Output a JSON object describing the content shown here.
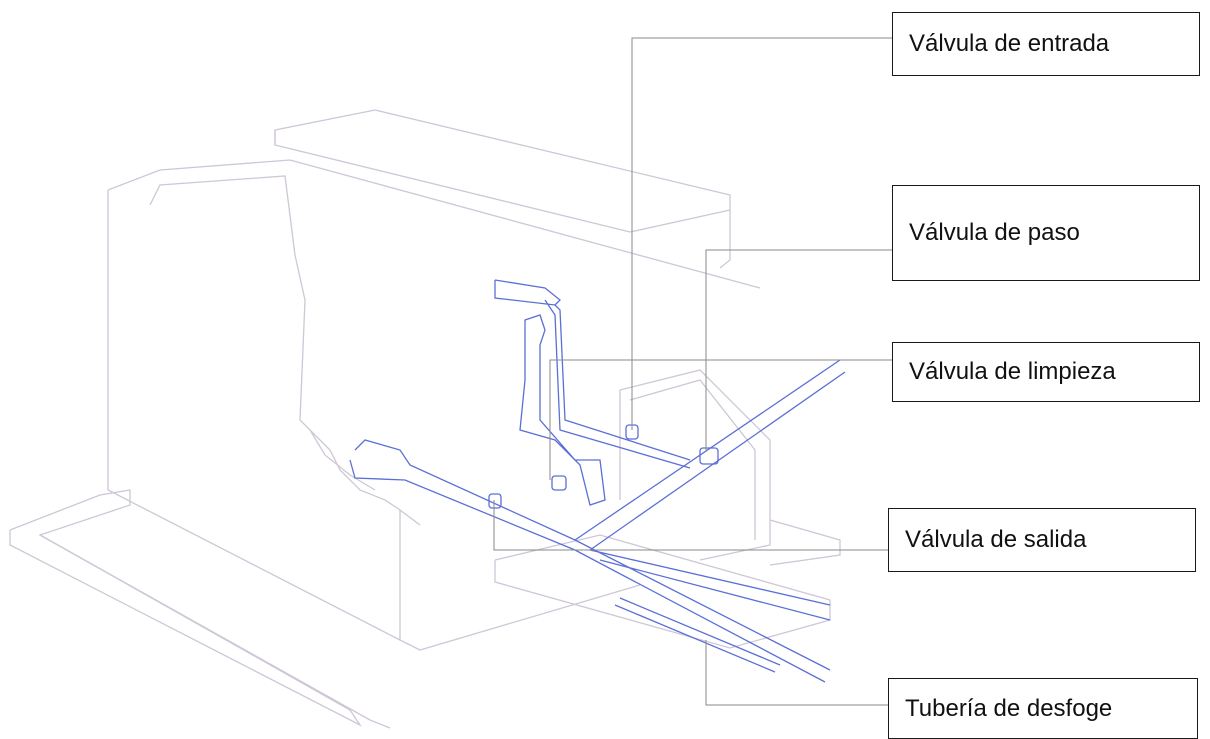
{
  "colors": {
    "structure": "#cfc6d6",
    "piping": "#5b6fd6",
    "leader": "#8a8a8a",
    "label_border": "#1a1a1a",
    "label_text": "#111111"
  },
  "labels": {
    "valvula_entrada": "Válvula de entrada",
    "valvula_paso": "Válvula de paso",
    "valvula_limpieza": "Válvula de limpieza",
    "valvula_salida": "Válvula de salida",
    "tuberia_desfoge": "Tubería de desfoge"
  }
}
